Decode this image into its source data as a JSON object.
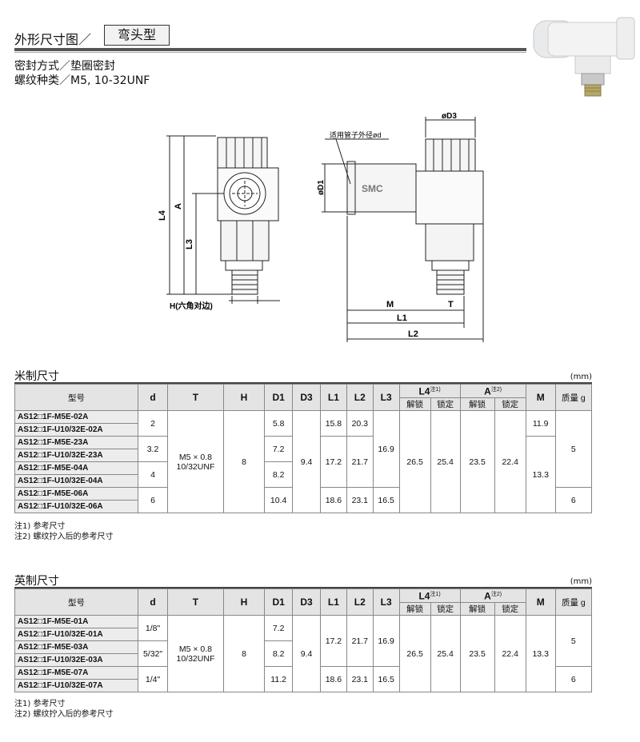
{
  "header": {
    "title": "外形尺寸图／",
    "type_tag": "弯头型",
    "seal_line": "密封方式／垫圈密封",
    "thread_line": "螺纹种类／M5, 10-32UNF"
  },
  "drawing": {
    "labels": {
      "L4": "L4",
      "A": "A",
      "L3": "L3",
      "H": "H(六角对边)",
      "D3": "øD3",
      "tube": "适用管子外径ød",
      "D1": "øD1",
      "M": "M",
      "T": "T",
      "L1": "L1",
      "L2": "L2",
      "logo": "SMC"
    }
  },
  "metric": {
    "title": "米制尺寸",
    "unit": "(mm)",
    "headers": {
      "model": "型号",
      "d": "d",
      "T": "T",
      "H": "H",
      "D1": "D1",
      "D3": "D3",
      "L1": "L1",
      "L2": "L2",
      "L3": "L3",
      "L4": "L4",
      "L4_note": "注1)",
      "A": "A",
      "A_note": "注2)",
      "M": "M",
      "mass": "质量 g",
      "unlock": "解锁",
      "lock": "锁定"
    },
    "models": [
      "AS12□1F-M5E-02A",
      "AS12□1F-U10/32E-02A",
      "AS12□1F-M5E-23A",
      "AS12□1F-U10/32E-23A",
      "AS12□1F-M5E-04A",
      "AS12□1F-U10/32E-04A",
      "AS12□1F-M5E-06A",
      "AS12□1F-U10/32E-06A"
    ],
    "d": [
      "2",
      "3.2",
      "4",
      "6"
    ],
    "T": "M5 × 0.8\n10/32UNF",
    "H": "8",
    "D1": [
      "5.8",
      "7.2",
      "8.2",
      "10.4"
    ],
    "D3": "9.4",
    "L1": [
      "15.8",
      "17.2",
      "18.6"
    ],
    "L2": [
      "20.3",
      "21.7",
      "23.1"
    ],
    "L3": [
      "16.9",
      "16.5"
    ],
    "L4_unlock": "26.5",
    "L4_lock": "25.4",
    "A_unlock": "23.5",
    "A_lock": "22.4",
    "M": [
      "11.9",
      "13.3"
    ],
    "mass": [
      "5",
      "6"
    ],
    "notes": [
      "注1) 参考尺寸",
      "注2) 螺纹拧入后的参考尺寸"
    ]
  },
  "imperial": {
    "title": "英制尺寸",
    "unit": "(mm)",
    "models": [
      "AS12□1F-M5E-01A",
      "AS12□1F-U10/32E-01A",
      "AS12□1F-M5E-03A",
      "AS12□1F-U10/32E-03A",
      "AS12□1F-M5E-07A",
      "AS12□1F-U10/32E-07A"
    ],
    "d": [
      "1/8\"",
      "5/32\"",
      "1/4\""
    ],
    "T": "M5 × 0.8\n10/32UNF",
    "H": "8",
    "D1": [
      "7.2",
      "8.2",
      "11.2"
    ],
    "D3": "9.4",
    "L1": [
      "17.2",
      "18.6"
    ],
    "L2": [
      "21.7",
      "23.1"
    ],
    "L3": [
      "16.9",
      "16.5"
    ],
    "L4_unlock": "26.5",
    "L4_lock": "25.4",
    "A_unlock": "23.5",
    "A_lock": "22.4",
    "M": "13.3",
    "mass": [
      "5",
      "6"
    ],
    "notes": [
      "注1) 参考尺寸",
      "注2) 螺纹拧入后的参考尺寸"
    ]
  }
}
